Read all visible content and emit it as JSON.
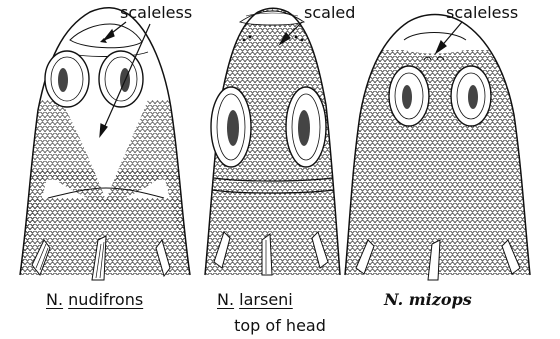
{
  "annotations": {
    "left": "scaleless",
    "middle": "scaled",
    "right": "scaleless"
  },
  "species": [
    {
      "genus": "N.",
      "epithet": "nudifrons"
    },
    {
      "genus": "N.",
      "epithet": "larseni"
    },
    {
      "full": "N. mizops"
    }
  ],
  "caption": "top of head"
}
